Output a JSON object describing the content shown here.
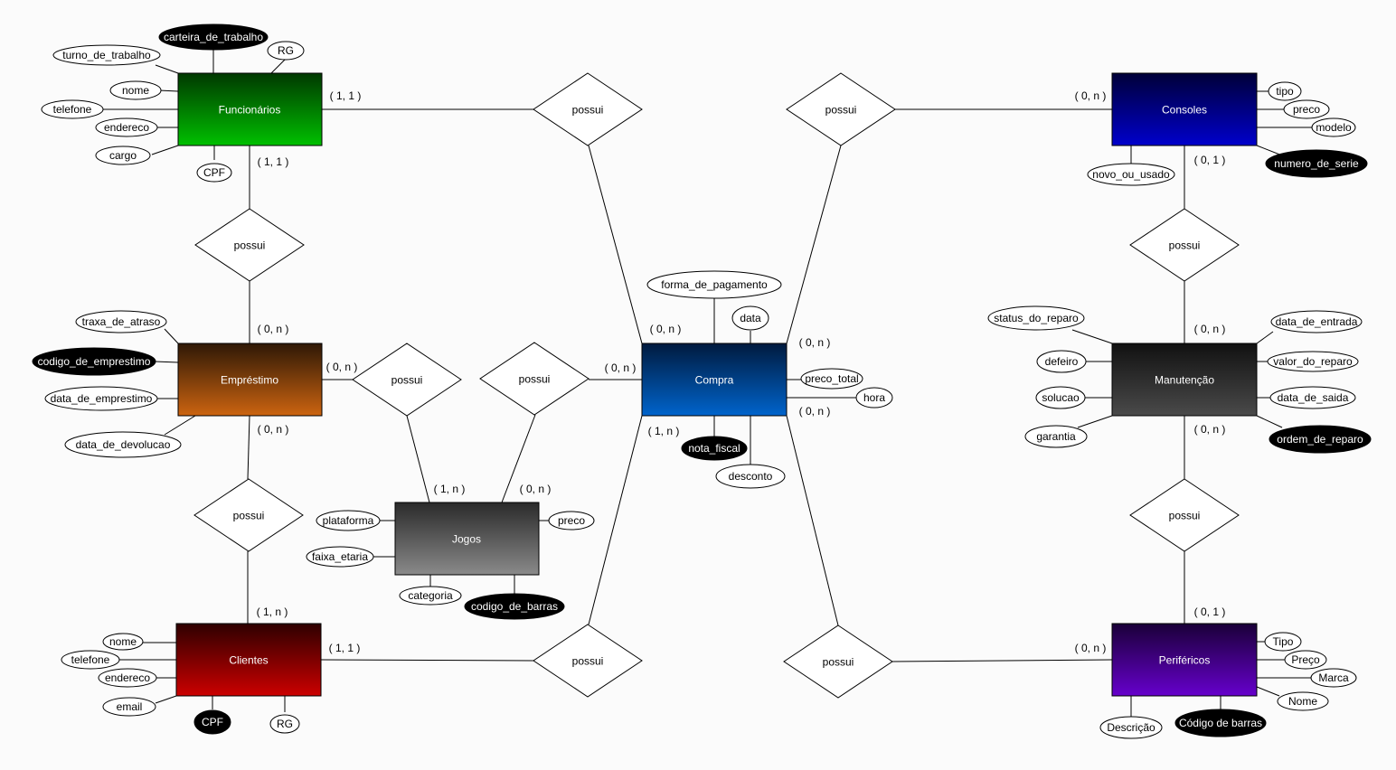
{
  "entities": {
    "funcionarios": "Funcionários",
    "emprestimo": "Empréstimo",
    "clientes": "Clientes",
    "jogos": "Jogos",
    "compra": "Compra",
    "consoles": "Consoles",
    "manutencao": "Manutenção",
    "perifericos": "Periféricos"
  },
  "relationships": {
    "func_compra": "possui",
    "func_emp": "possui",
    "emp_jogos": "possui",
    "jogos_compra": "possui",
    "emp_cli": "possui",
    "cli_compra": "possui",
    "consoles_compra": "possui",
    "consoles_manut": "possui",
    "manut_perif": "possui",
    "perif_compra": "possui"
  },
  "attributes": {
    "funcionarios": {
      "carteira": "carteira_de_trabalho",
      "rg": "RG",
      "turno": "turno_de_trabalho",
      "nome": "nome",
      "telefone": "telefone",
      "endereco": "endereco",
      "cargo": "cargo",
      "cpf": "CPF"
    },
    "emprestimo": {
      "taxa": "traxa_de_atraso",
      "codigo": "codigo_de_emprestimo",
      "data_emp": "data_de_emprestimo",
      "data_dev": "data_de_devolucao"
    },
    "clientes": {
      "nome": "nome",
      "telefone": "telefone",
      "endereco": "endereco",
      "email": "email",
      "cpf": "CPF",
      "rg": "RG"
    },
    "jogos": {
      "plataforma": "plataforma",
      "faixa": "faixa_etaria",
      "categoria": "categoria",
      "codigo": "codigo_de_barras",
      "preco": "preco"
    },
    "compra": {
      "forma": "forma_de_pagamento",
      "data": "data",
      "preco_total": "preco_total",
      "hora": "hora",
      "nota": "nota_fiscal",
      "desconto": "desconto"
    },
    "consoles": {
      "tipo": "tipo",
      "preco": "preco",
      "modelo": "modelo",
      "numero": "numero_de_serie",
      "novo": "novo_ou_usado"
    },
    "manutencao": {
      "status": "status_do_reparo",
      "defeito": "defeiro",
      "solucao": "solucao",
      "garantia": "garantia",
      "data_entrada": "data_de_entrada",
      "valor": "valor_do_reparo",
      "data_saida": "data_de_saida",
      "ordem": "ordem_de_reparo"
    },
    "perifericos": {
      "tipo": "Tipo",
      "preco": "Preço",
      "marca": "Marca",
      "nome": "Nome",
      "codigo": "Código de barras",
      "descricao": "Descrição"
    }
  },
  "cardinalities": {
    "func_right": "( 1, 1 )",
    "func_bottom": "( 1, 1 )",
    "emp_top": "( 0, n )",
    "emp_right": "( 0, n )",
    "emp_bottom": "( 0, n )",
    "cli_top": "( 1, n )",
    "cli_right": "( 1, 1 )",
    "jogos_left": "( 1, n )",
    "jogos_right": "( 0, n )",
    "compra_tl": "( 0, n )",
    "compra_left": "( 0, n )",
    "compra_bl": "( 1, n )",
    "compra_tr": "( 0, n )",
    "compra_br": "( 0, n )",
    "consoles_left": "( 0, n )",
    "consoles_bottom": "( 0, 1 )",
    "manut_top": "( 0, n )",
    "manut_bottom": "( 0, n )",
    "perif_top": "( 0, 1 )",
    "perif_left": "( 0, n )"
  }
}
